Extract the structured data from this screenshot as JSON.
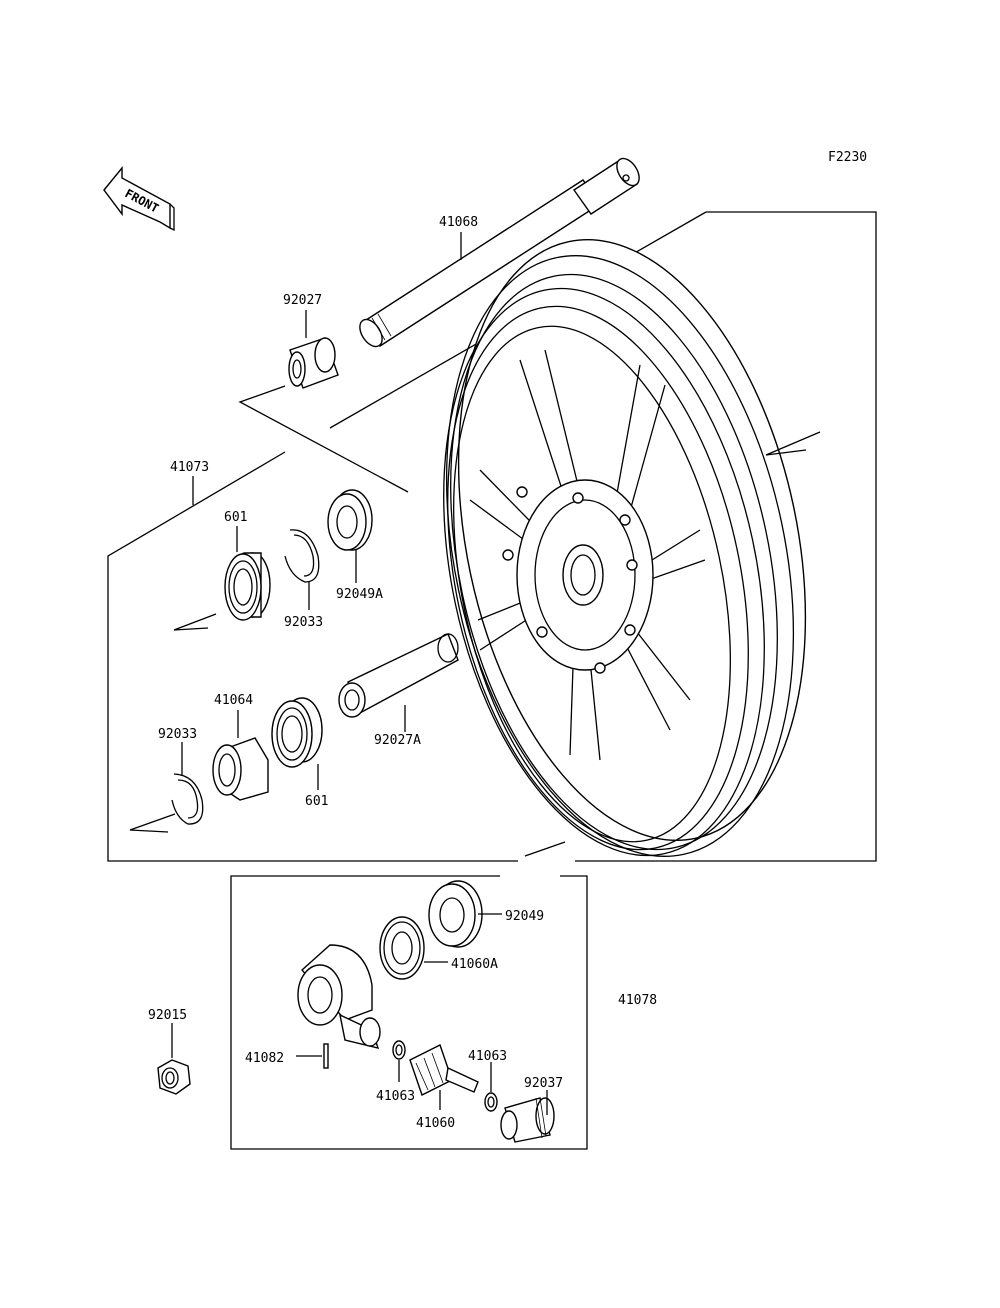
{
  "diagram": {
    "code": "F2230",
    "front_label": "FRONT",
    "parts": {
      "p41068": "41068",
      "p92027": "92027",
      "p41073": "41073",
      "p601_a": "601",
      "p92049A": "92049A",
      "p92033_a": "92033",
      "p41064": "41064",
      "p92033_b": "92033",
      "p92027A": "92027A",
      "p601_b": "601",
      "p92049": "92049",
      "p41060A": "41060A",
      "p41078": "41078",
      "p92015": "92015",
      "p41082": "41082",
      "p41063_a": "41063",
      "p41063_b": "41063",
      "p92037": "92037",
      "p41060": "41060"
    }
  }
}
